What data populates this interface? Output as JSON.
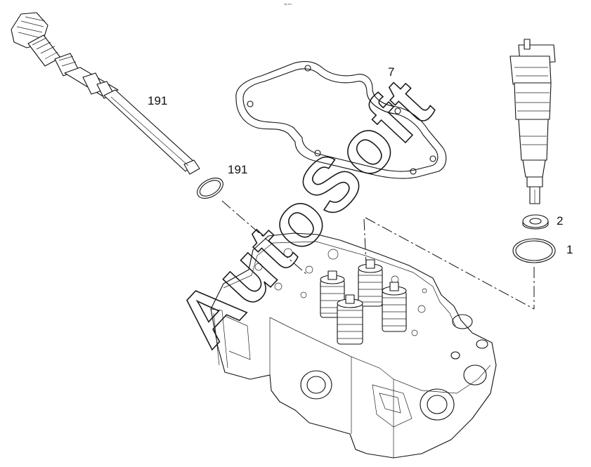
{
  "callouts": {
    "injector_line_label": "191",
    "oring_small_label": "191",
    "gasket_label": "7",
    "washer_label": "2",
    "oring_large_label": "1"
  },
  "header_mark": "ᵒᵍ ᵒᵒᵒ",
  "watermark": {
    "text": "AutoSoft",
    "color": "#1a1a1a"
  },
  "colors": {
    "line": "#111111",
    "background": "#ffffff"
  }
}
